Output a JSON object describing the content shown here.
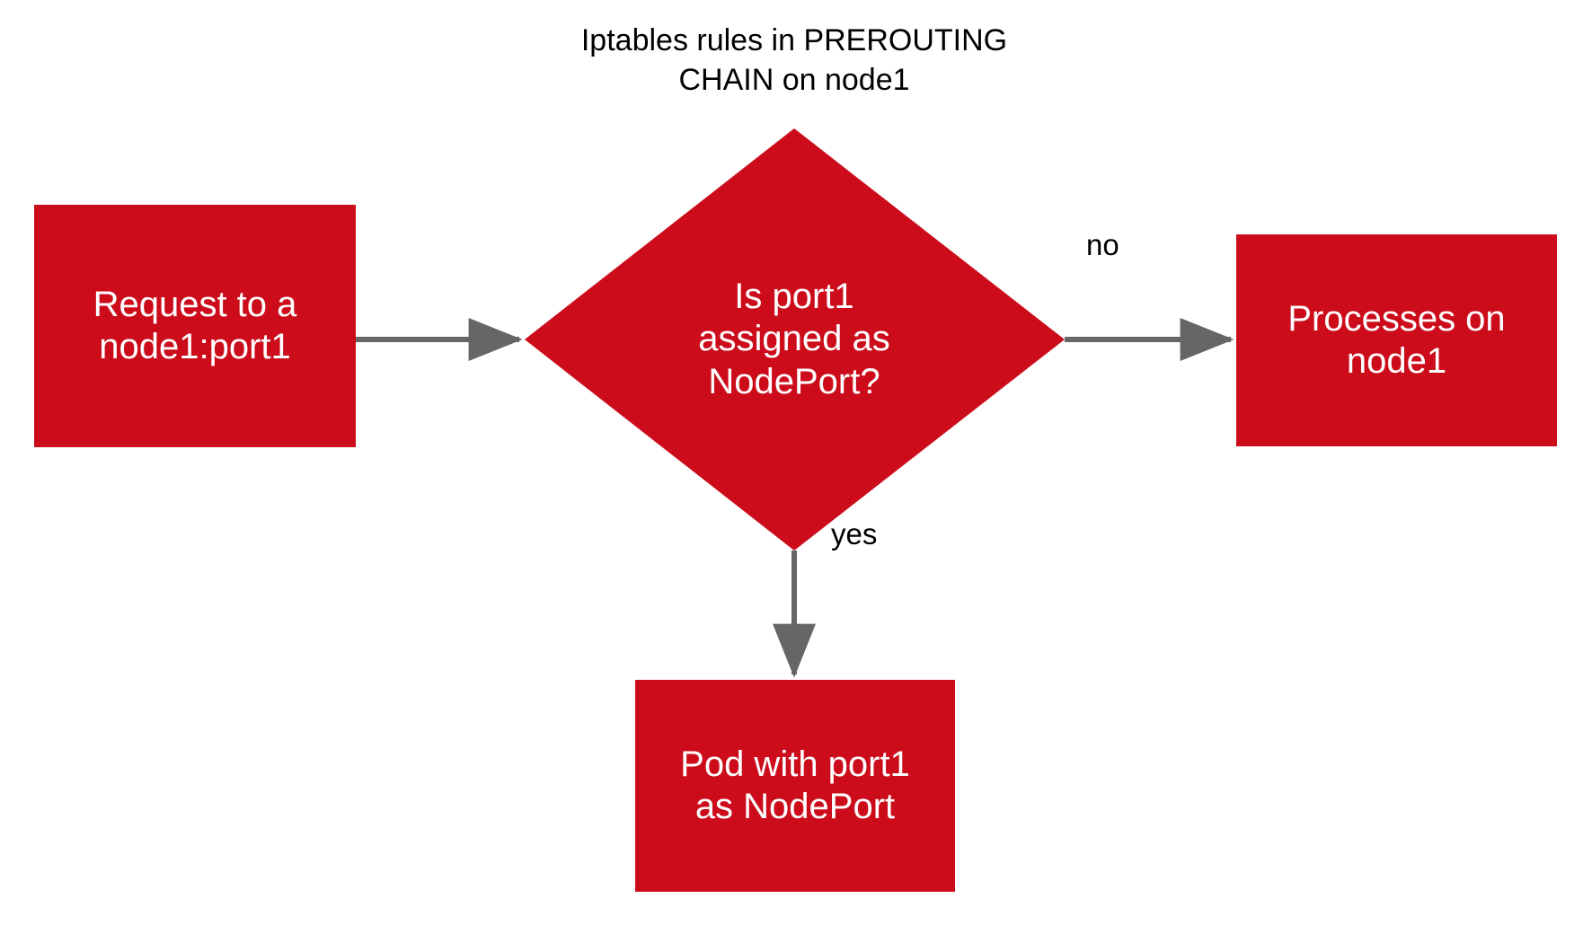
{
  "diagram": {
    "title": "Iptables rules in PREROUTING\nCHAIN on node1",
    "colors": {
      "node_fill": "#CC0C1B",
      "node_text": "#FFFFFF",
      "edge": "#666666",
      "label_text": "#000000",
      "background": "#FFFFFF"
    },
    "nodes": [
      {
        "id": "request",
        "shape": "rectangle",
        "label": "Request to a\nnode1:port1"
      },
      {
        "id": "decision",
        "shape": "diamond",
        "label": "Is port1\nassigned as\nNodePort?"
      },
      {
        "id": "processes",
        "shape": "rectangle",
        "label": "Processes on\nnode1"
      },
      {
        "id": "pod",
        "shape": "rectangle",
        "label": "Pod with port1\nas NodePort"
      }
    ],
    "edges": [
      {
        "id": "request-to-decision",
        "from": "request",
        "to": "decision",
        "label": ""
      },
      {
        "id": "decision-to-processes",
        "from": "decision",
        "to": "processes",
        "label": "no"
      },
      {
        "id": "decision-to-pod",
        "from": "decision",
        "to": "pod",
        "label": "yes"
      }
    ]
  }
}
